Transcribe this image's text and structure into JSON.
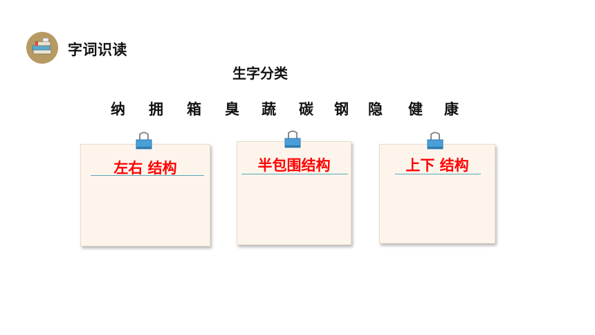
{
  "header": {
    "icon": "book-stack-icon",
    "title": "字词识读"
  },
  "subtitle": "生字分类",
  "characters": [
    "纳",
    "拥",
    "箱",
    "臭",
    "蔬",
    "碳",
    "钢",
    "隐",
    "健",
    "康"
  ],
  "cards": [
    {
      "label": "左右  结构"
    },
    {
      "label": "半包围结构"
    },
    {
      "label": "上下  结构"
    }
  ],
  "colors": {
    "accent_red": "#ff0000",
    "card_bg": "#fdf5ec",
    "clip_blue": "#4a9fd8",
    "line_teal": "#57a5b8"
  }
}
